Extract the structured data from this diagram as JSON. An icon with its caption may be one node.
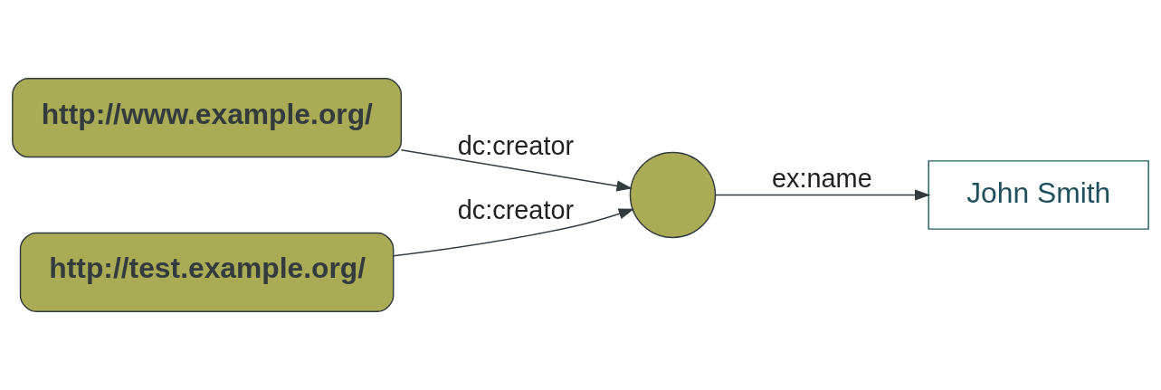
{
  "diagram": {
    "nodes": [
      {
        "text": [
          "http://www.example.org/"
        ]
      },
      {
        "text": [
          "http://test.example.org/"
        ]
      },
      {
        "text": [],
        "shape": "circle"
      },
      {
        "text": [
          "John Smith"
        ]
      }
    ],
    "edges": [
      {
        "from": 0,
        "to": 2,
        "arrow": "to",
        "label": "dc:creator"
      },
      {
        "from": 1,
        "to": 2,
        "arrow": "to",
        "label": "dc:creator"
      },
      {
        "from": 2,
        "to": 3,
        "arrow": "to",
        "label": "ex:name"
      }
    ]
  }
}
